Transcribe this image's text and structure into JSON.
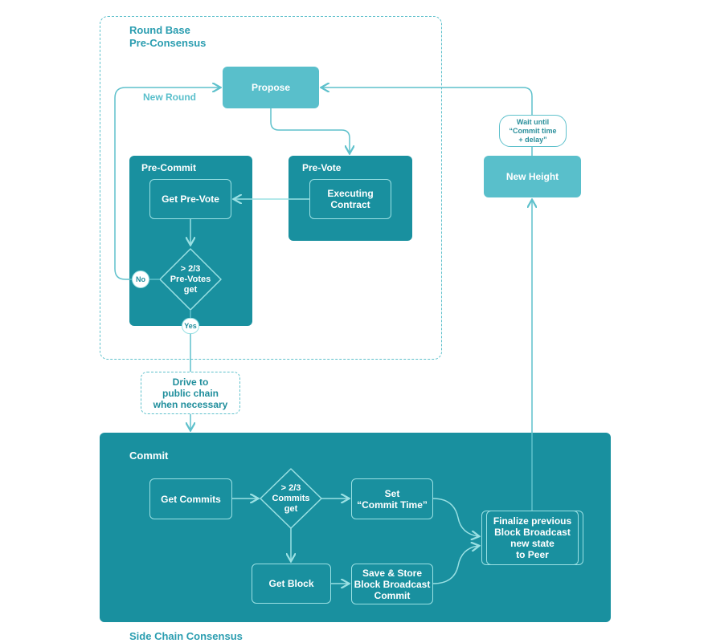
{
  "colors": {
    "dark_teal": "#19909f",
    "light_teal": "#59bfcb",
    "line_light": "#9ae0e3",
    "title_teal": "#2a9db0"
  },
  "regions": {
    "pre_consensus_title": "Round Base\nPre-Consensus",
    "side_chain_title": "Side Chain Consensus"
  },
  "nodes": {
    "propose": "Propose",
    "new_round": "New Round",
    "pre_commit_title": "Pre-Commit",
    "get_pre_vote": "Get Pre-Vote",
    "pre_vote_title": "Pre-Vote",
    "executing_contract": "Executing\nContract",
    "pre_votes_diamond": "> 2/3\nPre-Votes\nget",
    "no_badge": "No",
    "yes_badge": "Yes",
    "new_height": "New Height",
    "wait_until": "Wait until\n“Commit time\n+ delay”",
    "drive_to_public": "Drive to\npublic chain\nwhen necessary",
    "commit_title": "Commit",
    "get_commits": "Get Commits",
    "commits_diamond": "> 2/3\nCommits\nget",
    "set_commit_time": "Set\n“Commit Time”",
    "get_block": "Get Block",
    "save_store": "Save & Store\nBlock Broadcast\nCommit",
    "finalize": "Finalize previous\nBlock Broadcast\nnew state\nto Peer"
  }
}
